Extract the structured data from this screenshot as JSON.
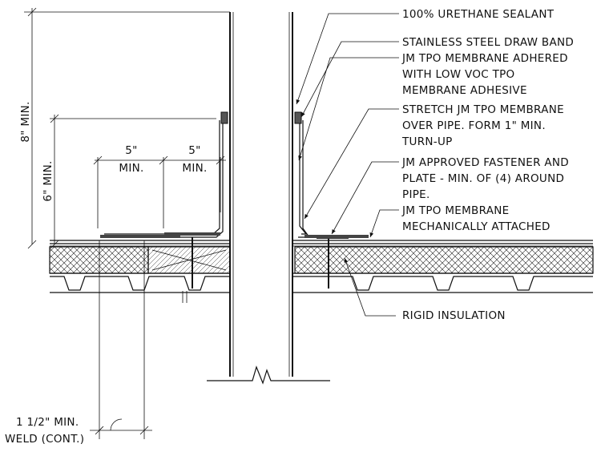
{
  "callouts": {
    "sealant": "100% URETHANE SEALANT",
    "draw_band": "STAINLESS STEEL DRAW BAND",
    "membrane_adhered": [
      "JM TPO MEMBRANE ADHERED",
      "WITH LOW VOC TPO",
      "MEMBRANE ADHESIVE"
    ],
    "stretch_membrane": [
      "STRETCH JM TPO MEMBRANE",
      "OVER PIPE. FORM 1\" MIN.",
      "TURN-UP"
    ],
    "fastener": [
      "JM APPROVED FASTENER AND",
      "PLATE - MIN. OF (4) AROUND",
      "PIPE."
    ],
    "membrane_attached": [
      "JM TPO MEMBRANE",
      "MECHANICALLY ATTACHED"
    ],
    "rigid_insulation": "RIGID INSULATION",
    "weld": [
      "1 1/2\" MIN.",
      "WELD (CONT.)"
    ]
  },
  "dimensions": {
    "height_8": "8\" MIN.",
    "height_6": "6\" MIN.",
    "width_5_a": [
      "5\"",
      "MIN."
    ],
    "width_5_b": [
      "5\"",
      "MIN."
    ]
  }
}
